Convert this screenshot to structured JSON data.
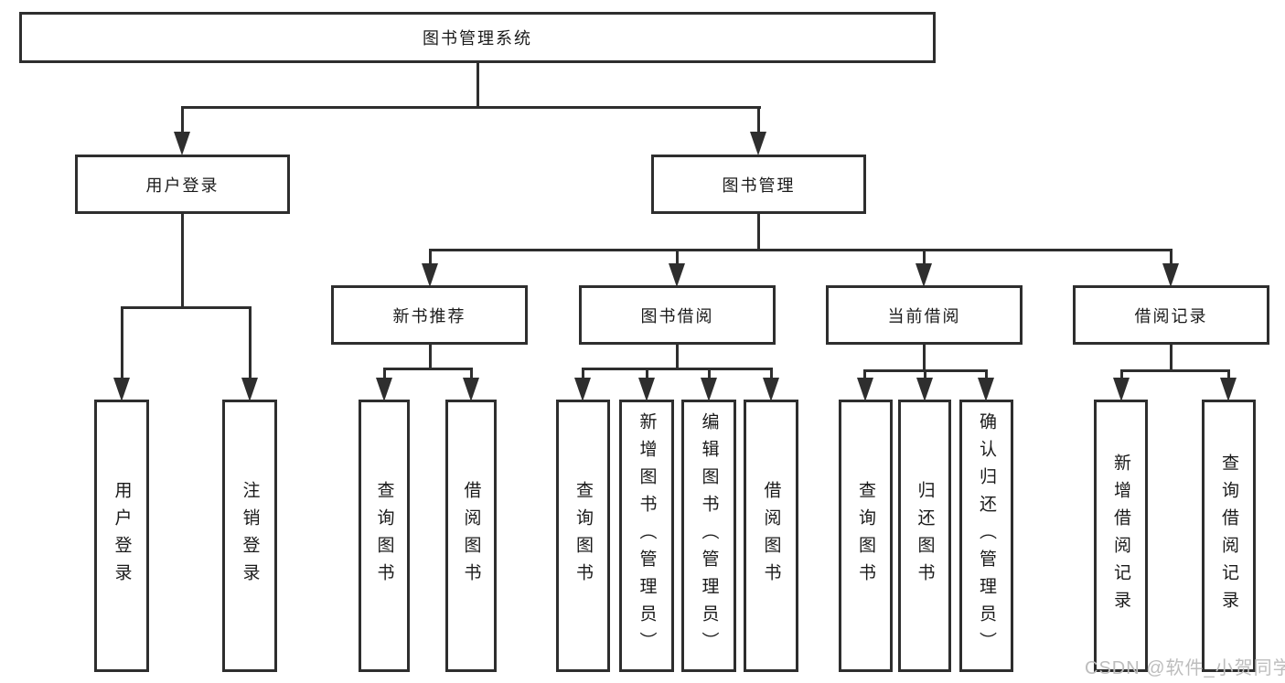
{
  "tree": {
    "root": {
      "label": "图书管理系统"
    },
    "children": [
      {
        "label": "用户登录",
        "children": [
          {
            "label": "用户登录"
          },
          {
            "label": "注销登录"
          }
        ]
      },
      {
        "label": "图书管理",
        "children": [
          {
            "label": "新书推荐",
            "children": [
              {
                "label": "查询图书"
              },
              {
                "label": "借阅图书"
              }
            ]
          },
          {
            "label": "图书借阅",
            "children": [
              {
                "label": "查询图书"
              },
              {
                "label": "新增图书（管理员）"
              },
              {
                "label": "编辑图书（管理员）"
              },
              {
                "label": "借阅图书"
              }
            ]
          },
          {
            "label": "当前借阅",
            "children": [
              {
                "label": "查询图书"
              },
              {
                "label": "归还图书"
              },
              {
                "label": "确认归还（管理员）"
              }
            ]
          },
          {
            "label": "借阅记录",
            "children": [
              {
                "label": "新增借阅记录"
              },
              {
                "label": "查询借阅记录"
              }
            ]
          }
        ]
      }
    ]
  },
  "watermark": {
    "text": "CSDN @软件_小贺同学"
  },
  "colors": {
    "line": "#2e2e2e",
    "border": "#2e2e2e",
    "text": "#1a1a1a",
    "background": "#ffffff",
    "watermark": "#bdbdbd"
  }
}
